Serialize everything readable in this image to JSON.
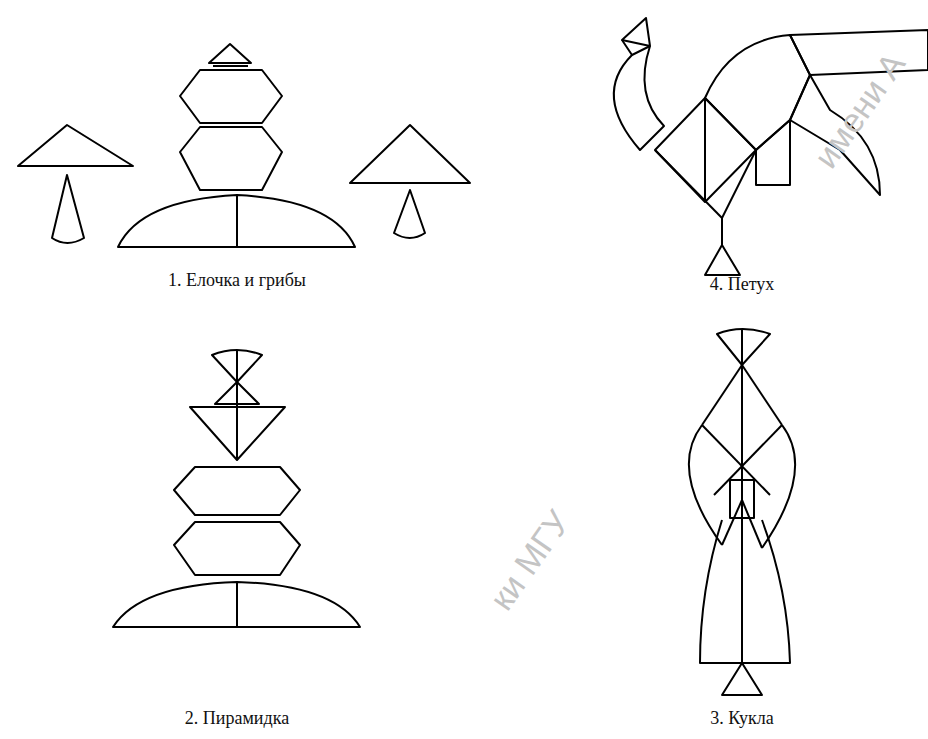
{
  "diagram": {
    "labels": [
      "1. Елочка и грибы",
      "4. Петух",
      "2. Пирамидка",
      "3. Кукла",
      "ки МГУ",
      "имени А"
    ]
  }
}
